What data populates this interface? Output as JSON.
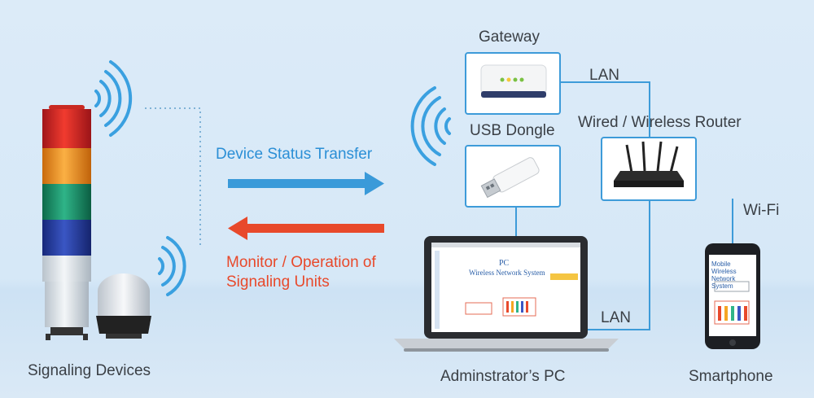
{
  "labels": {
    "signaling_devices": "Signaling Devices",
    "device_status_transfer": "Device Status Transfer",
    "monitor_operation": "Monitor / Operation of",
    "signaling_units": "Signaling Units",
    "gateway": "Gateway",
    "usb_dongle": "USB Dongle",
    "lan_top": "LAN",
    "wired_wireless_router": "Wired / Wireless Router",
    "wifi": "Wi-Fi",
    "lan_bottom": "LAN",
    "admin_pc": "Adminstrator’s PC",
    "smartphone": "Smartphone"
  },
  "laptop_screen": {
    "pc_label": "PC",
    "title": "Wireless Network System"
  },
  "phone_screen": {
    "title": "Mobile Wireless Network System"
  },
  "colors": {
    "arrow_right": "#3a9ad9",
    "arrow_left": "#e8492b",
    "box_border": "#3d9bd9",
    "signal_wave": "#3aa0e0"
  }
}
